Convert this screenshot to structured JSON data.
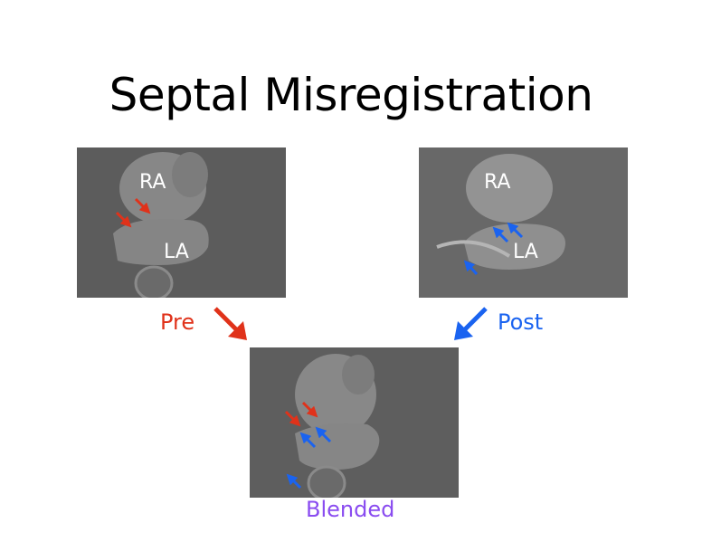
{
  "title": "Septal Misregistration",
  "images": {
    "pre": {
      "caption": "Pre",
      "labels": [
        "RA",
        "LA"
      ]
    },
    "post": {
      "caption": "Post",
      "labels": [
        "RA",
        "LA"
      ]
    },
    "blended": {
      "caption": "Blended"
    }
  },
  "colors": {
    "pre": "#e0321a",
    "post": "#1a63f0",
    "blended": "#8a4cf0"
  }
}
